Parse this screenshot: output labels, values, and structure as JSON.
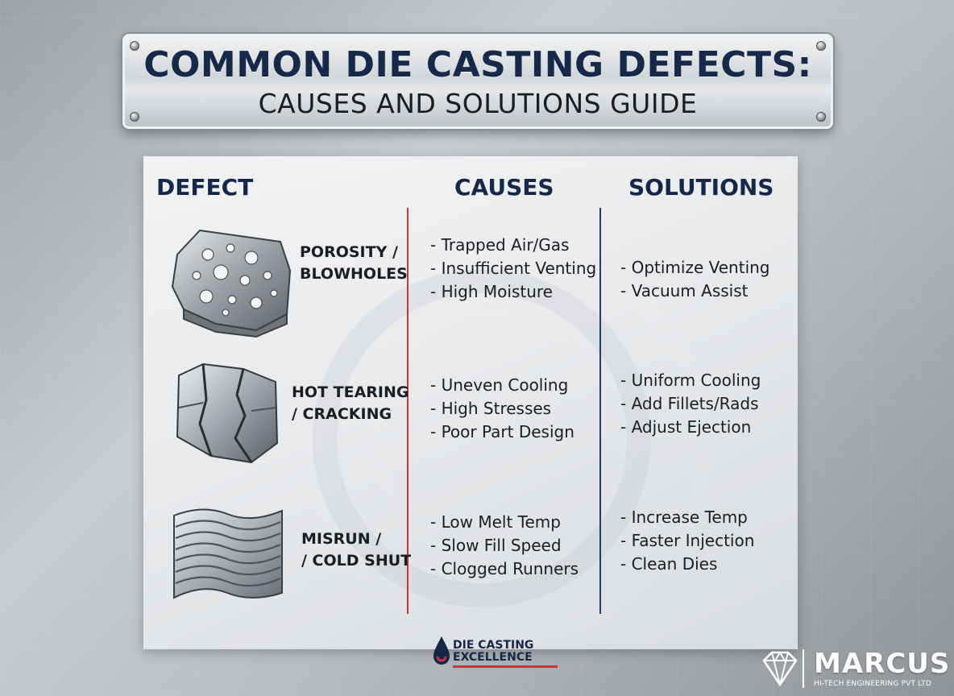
{
  "header": {
    "title_line1": "COMMON DIE CASTING DEFECTS:",
    "title_line2": "CAUSES AND SOLUTIONS GUIDE"
  },
  "table": {
    "columns": [
      "DEFECT",
      "CAUSES",
      "SOLUTIONS"
    ],
    "rows": [
      {
        "defect_line1": "POROSITY /",
        "defect_line2": "BLOWHOLES",
        "icon": "porous-block-icon",
        "causes": [
          "Trapped Air/Gas",
          "Insufficient Venting",
          "High Moisture"
        ],
        "solutions": [
          "Optimize Venting",
          "Vacuum Assist"
        ]
      },
      {
        "defect_line1": "HOT TEARING",
        "defect_line2": "/ CRACKING",
        "icon": "cracked-block-icon",
        "causes": [
          "Uneven Cooling",
          "High Stresses",
          "Poor Part Design"
        ],
        "solutions": [
          "Uniform Cooling",
          "Add Fillets/Rads",
          "Adjust Ejection"
        ]
      },
      {
        "defect_line1": "MISRUN /",
        "defect_line2": "/ COLD SHUT",
        "icon": "wavy-plate-icon",
        "causes": [
          "Low Melt Temp",
          "Slow Fill Speed",
          "Clogged Runners"
        ],
        "solutions": [
          "Increase Temp",
          "Faster Injection",
          "Clean Dies"
        ]
      }
    ]
  },
  "footer": {
    "center_logo_line1": "DIE CASTING",
    "center_logo_line2": "EXCELLENCE",
    "brand_name": "MARCUS",
    "brand_sub": "HI-TECH ENGINEERING PVT LTD"
  },
  "colors": {
    "title_navy": "#17294a",
    "causes_divider": "#c8343a",
    "solutions_divider": "#1f3a6e"
  }
}
